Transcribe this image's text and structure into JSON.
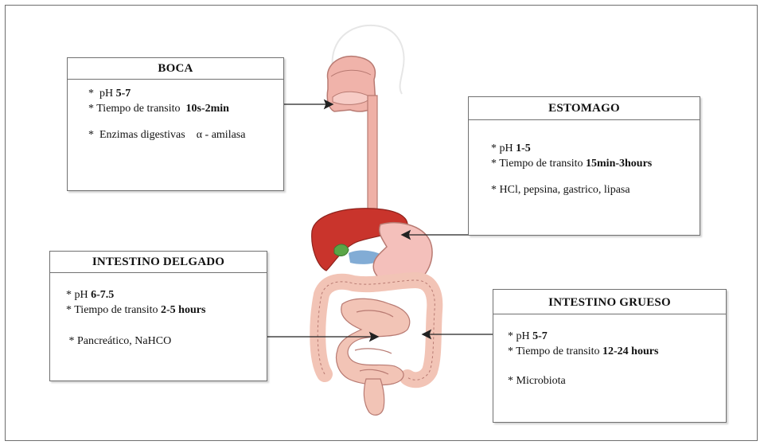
{
  "boxes": {
    "boca": {
      "title": "BOCA",
      "ph_label": "pH ",
      "ph_value": "5-7",
      "transit_label": "Tiempo de transito ",
      "transit_value": "10s-2min",
      "enzymes": "Enzimas digestivas",
      "enzyme_value": "α - amilasa"
    },
    "estomago": {
      "title": "ESTOMAGO",
      "ph_label": "pH ",
      "ph_value": "1-5",
      "transit_label": "Tiempo de transito ",
      "transit_value": "15min-3hours",
      "enzymes": "HCl, pepsina, gastrico, lipasa"
    },
    "delgado": {
      "title": "INTESTINO DELGADO",
      "ph_label": "pH ",
      "ph_value": "6-7.5",
      "transit_label": "Tiempo de transito ",
      "transit_value": "2-5 hours",
      "enzymes": "Pancreático, NaHCO"
    },
    "grueso": {
      "title": "INTESTINO GRUESO",
      "ph_label": "pH ",
      "ph_value": "5-7",
      "transit_label": "Tiempo de transito ",
      "transit_value": "12-24 hours",
      "enzymes": "Microbiota"
    }
  },
  "bullet": "*",
  "colors": {
    "mouth": "#f0b3aa",
    "esophagus": "#efb0a6",
    "liver": "#c9342c",
    "stomach": "#f4c0bb",
    "intestine": "#f2c4b6",
    "outline": "#b87a72",
    "arrow": "#222222"
  }
}
